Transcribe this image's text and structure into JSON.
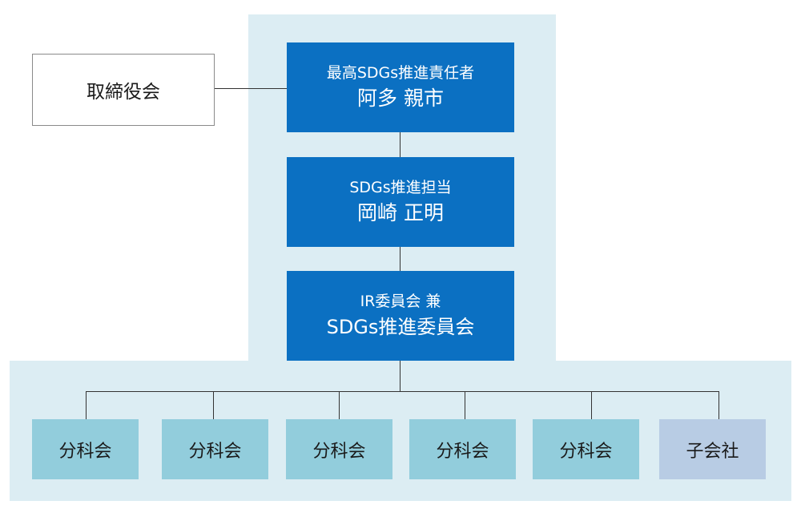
{
  "board": {
    "label": "取締役会"
  },
  "chain": [
    {
      "role": "最高SDGs推進責任者",
      "name": "阿多 親市"
    },
    {
      "role": "SDGs推進担当",
      "name": "岡崎 正明"
    },
    {
      "role": "IR委員会 兼",
      "name": "SDGs推進委員会"
    }
  ],
  "leaves": [
    {
      "label": "分科会",
      "kind": "subcommittee"
    },
    {
      "label": "分科会",
      "kind": "subcommittee"
    },
    {
      "label": "分科会",
      "kind": "subcommittee"
    },
    {
      "label": "分科会",
      "kind": "subcommittee"
    },
    {
      "label": "分科会",
      "kind": "subcommittee"
    },
    {
      "label": "子会社",
      "kind": "subsidiary"
    }
  ],
  "colors": {
    "background_panel": "#dcedf3",
    "chain_box": "#0b70c2",
    "subcommittee_box": "#92cddc",
    "subsidiary_box": "#b8cce4",
    "connector": "#333333"
  }
}
